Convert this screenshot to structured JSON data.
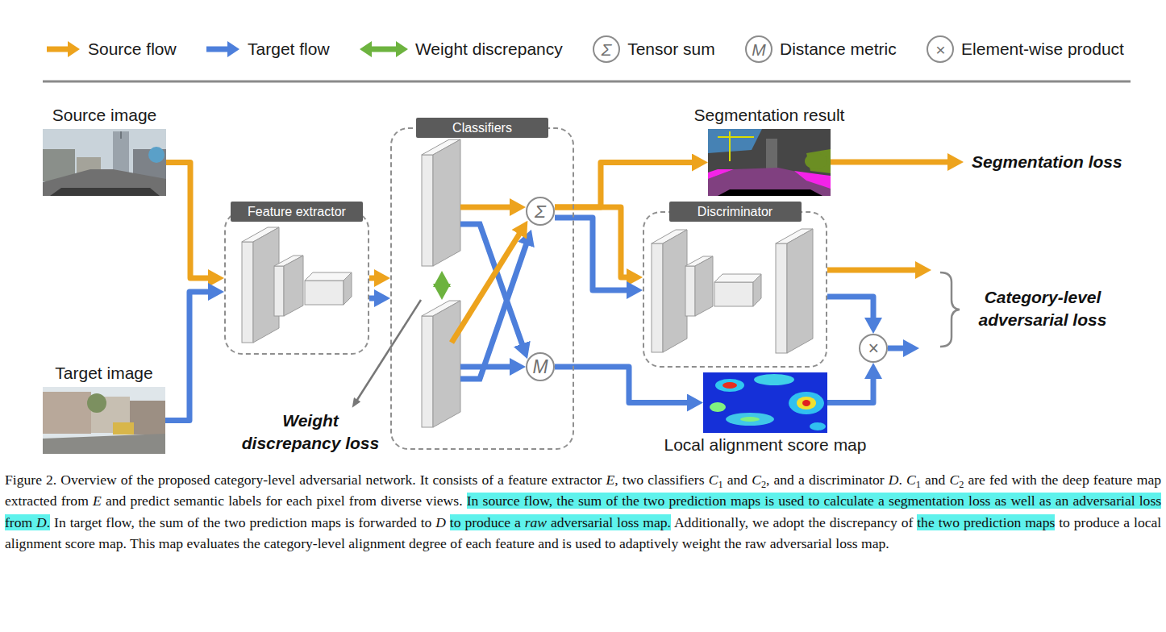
{
  "diagram": {
    "caption": "Figure 2. Overview of the proposed category-level adversarial network. It consists of a feature extractor E, two classifiers C1 and C2, and a discriminator D. C1 and C2 are fed with the deep feature map extracted from E and predict semantic labels for each pixel from diverse views. In source flow, the sum of the two prediction maps is used to calculate a segmentation loss as well as an adversarial loss from D. In target flow, the sum of the two prediction maps is forwarded to D to produce a raw adversarial loss map. Additionally, we adopt the discrepancy of the two prediction maps to produce a local alignment score map. This map evaluates the category-level alignment degree of each feature and is used to adaptively weight the raw adversarial loss map.",
    "nodes": [
      {
        "text": [
          "Source image"
        ]
      },
      {
        "text": [
          "Target image"
        ]
      },
      {
        "text": [
          "Feature extractor"
        ]
      },
      {
        "text": [
          "Classifiers"
        ]
      },
      {
        "text": [
          "Σ"
        ],
        "in": 3
      },
      {
        "text": [
          "M"
        ],
        "in": 3
      },
      {
        "text": [
          "Segmentation result"
        ]
      },
      {
        "text": [
          "Discriminator"
        ]
      },
      {
        "text": [
          "Local alignment score map"
        ]
      },
      {
        "text": [
          "×"
        ]
      }
    ],
    "edges": [
      {
        "from": 0,
        "to": 2,
        "arrow": "to"
      },
      {
        "from": 1,
        "to": 2,
        "arrow": "to"
      },
      {
        "from": 2,
        "to": 3,
        "arrow": "to"
      },
      {
        "from": 2,
        "to": 3,
        "arrow": "to"
      },
      {
        "from": 4,
        "to": 6,
        "arrow": "to"
      },
      {
        "from": 4,
        "to": 7,
        "arrow": "to"
      },
      {
        "from": 4,
        "to": 7,
        "arrow": "to"
      },
      {
        "from": 5,
        "to": 8,
        "arrow": "to"
      },
      {
        "from": 8,
        "to": 9,
        "arrow": "to"
      },
      {
        "from": 7,
        "to": 9,
        "arrow": "to"
      }
    ],
    "labels": [
      "Σ",
      "M",
      "×",
      "Weight discrepancy loss",
      "Segmentation loss",
      "Category-level adversarial loss"
    ],
    "legend": [
      {
        "text": "Source flow"
      },
      {
        "text": "Target flow"
      },
      {
        "text": "Weight discrepancy"
      },
      {
        "text": "Tensor sum"
      },
      {
        "text": "Distance metric"
      },
      {
        "text": "Element-wise product"
      }
    ]
  }
}
